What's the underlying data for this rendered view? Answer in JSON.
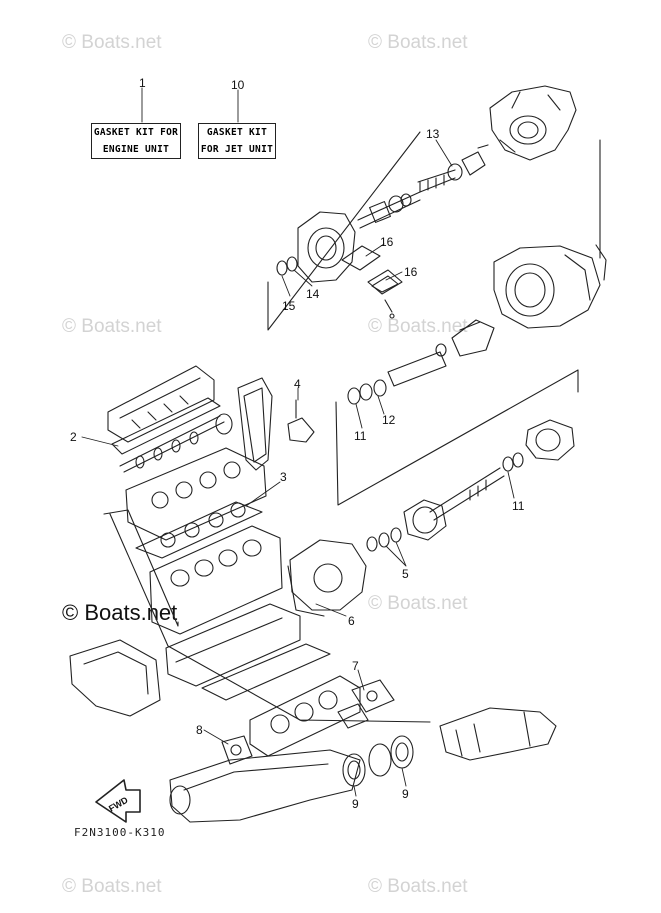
{
  "watermark": "© Boats.net",
  "kits": {
    "engine": {
      "line1": "GASKET KIT FOR",
      "line2": "ENGINE UNIT"
    },
    "jet": {
      "line1": "GASKET KIT",
      "line2": "FOR JET UNIT"
    }
  },
  "fwd_label": "FWD",
  "diagram_code": "F2N3100-K310",
  "callouts": [
    "1",
    "10",
    "13",
    "16",
    "16",
    "14",
    "15",
    "4",
    "2",
    "3",
    "11",
    "12",
    "11",
    "5",
    "6",
    "7",
    "8",
    "9",
    "9"
  ]
}
